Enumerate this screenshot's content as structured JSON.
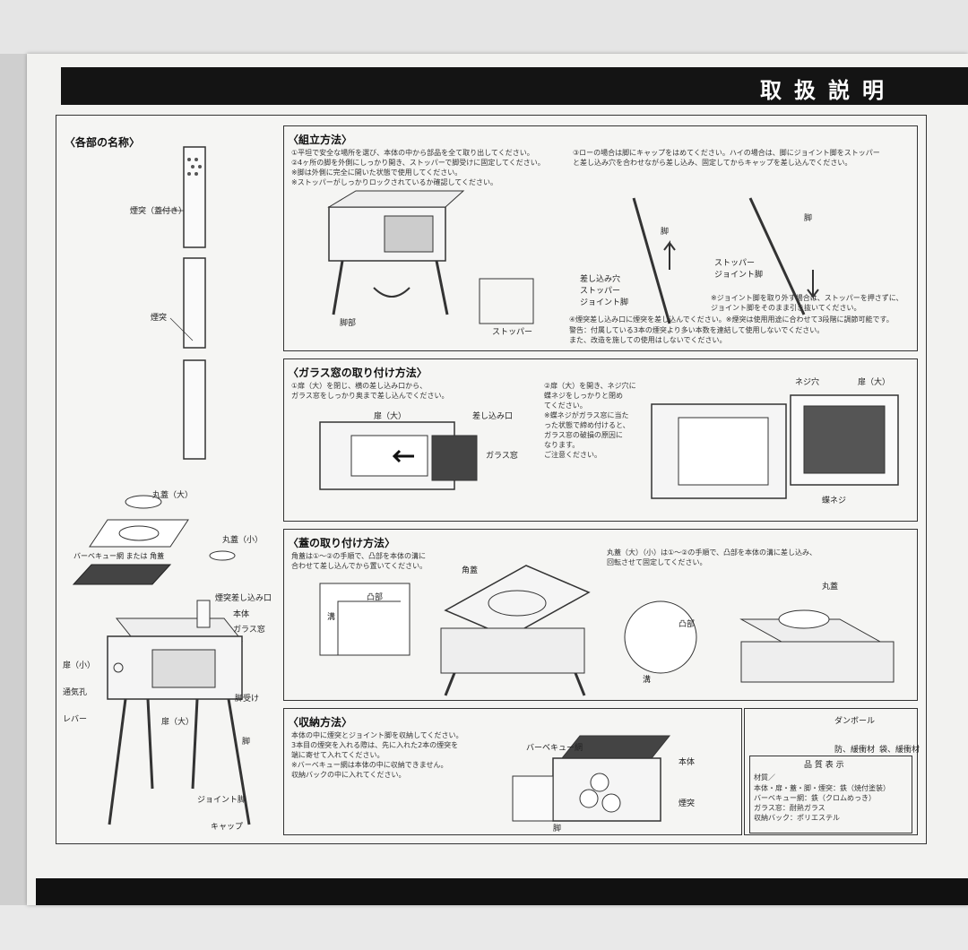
{
  "title": "取扱説明",
  "sections": {
    "parts": {
      "heading": "〈各部の名称〉",
      "labels": {
        "chimney_cap": "煙突（蓋付き）",
        "chimney": "煙突",
        "round_lid_large": "丸蓋（大）",
        "round_lid_small": "丸蓋（小）",
        "bbq_net": "バーベキュー網 または 角蓋",
        "chimney_inlet": "煙突差し込み口",
        "body": "本体",
        "glass_window": "ガラス窓",
        "door_small": "扉（小）",
        "vent": "通気孔",
        "lever": "レバー",
        "door_large": "扉（大）",
        "leg_receiver": "脚受け",
        "leg": "脚",
        "joint_leg": "ジョイント脚",
        "cap": "キャップ"
      }
    },
    "assembly": {
      "heading": "〈組立方法〉",
      "step1": "①平坦で安全な場所を選び、本体の中から部品を全て取り出してください。\n②4ヶ所の脚を外側にしっかり開き、ストッパーで脚受けに固定してください。\n※脚は外側に完全に開いた状態で使用してください。\n※ストッパーがしっかりロックされているか確認してください。",
      "step3": "③ローの場合は脚にキャップをはめてください。ハイの場合は、脚にジョイント脚をストッパー\nと差し込み穴を合わせながら差し込み、固定してからキャップを差し込んでください。",
      "labels": {
        "leg": "脚部",
        "stopper": "ストッパー",
        "insert_hole": "差し込み穴",
        "stopper2": "ストッパー",
        "joint_leg": "ジョイント脚",
        "leg2": "脚",
        "leg3": "脚",
        "stopper3": "ストッパー",
        "joint_leg2": "ジョイント脚"
      },
      "note": "※ジョイント脚を取り外す場合は、ストッパーを押さずに、\nジョイント脚をそのまま引き抜いてください。",
      "step4": "④煙突差し込み口に煙突を差し込んでください。※煙突は使用用途に合わせて3段階に調節可能です。",
      "warning": "警告：付属している3本の煙突より多い本数を連結して使用しないでください。\nまた、改造を施しての使用はしないでください。"
    },
    "glass": {
      "heading": "〈ガラス窓の取り付け方法〉",
      "step1": "①扉（大）を閉じ、横の差し込み口から、\nガラス窓をしっかり奥まで差し込んでください。",
      "step2": "②扉（大）を開き、ネジ穴に\n蝶ネジをしっかりと閉め\nてください。\n※蝶ネジがガラス窓に当た\nった状態で締め付けると、\nガラス窓の破損の原因に\nなります。\nご注意ください。",
      "labels": {
        "door_large": "扉（大）",
        "inlet": "差し込み口",
        "glass": "ガラス窓",
        "screw_hole": "ネジ穴",
        "door_large2": "扉（大）",
        "wing_screw": "蝶ネジ"
      }
    },
    "lid": {
      "heading": "〈蓋の取り付け方法〉",
      "step1": "角蓋は①～②の手順で、凸部を本体の溝に\n合わせて差し込んでから置いてください。",
      "step2": "丸蓋（大）（小）は①～②の手順で、凸部を本体の溝に差し込み、\n回転させて固定してください。",
      "labels": {
        "square_lid": "角蓋",
        "bump": "凸部",
        "groove": "溝",
        "round_lid": "丸蓋",
        "bump2": "凸部",
        "groove2": "溝"
      }
    },
    "storage": {
      "heading": "〈収納方法〉",
      "text": "本体の中に煙突とジョイント脚を収納してください。\n3本目の煙突を入れる際は、先に入れた2本の煙突を\n端に寄せて入れてください。\n※バーベキュー網は本体の中に収納できません。\n収納バックの中に入れてください。",
      "labels": {
        "bbq_net": "バーベキュー網",
        "body": "本体",
        "chimney": "煙突",
        "leg": "脚"
      }
    },
    "quality": {
      "recycle_label": "ダンボール",
      "cushion": "防、緩衝材",
      "bag": "袋、緩衝材",
      "heading": "品 質 表 示",
      "material_title": "材質／",
      "materials": "本体・扉・蓋・脚・煙突：鉄（焼付塗装）\nバーベキュー網：鉄（クロムめっき）\nガラス窓：耐熱ガラス\n収納バック：ポリエステル"
    }
  },
  "colors": {
    "ink": "#222222",
    "bar": "#141414",
    "paper": "#f5f5f3"
  }
}
